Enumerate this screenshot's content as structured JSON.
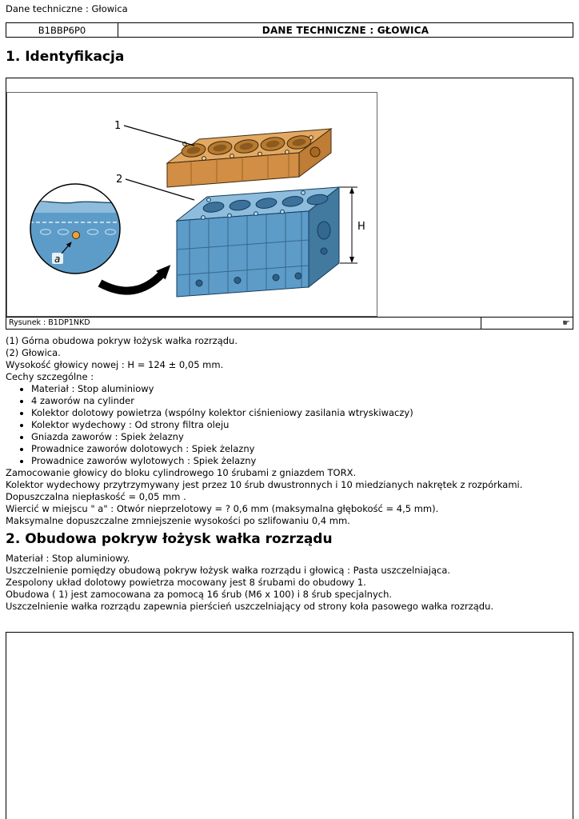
{
  "page": {
    "breadcrumb": "Dane techniczne : Głowica"
  },
  "header": {
    "code": "B1BBP6P0",
    "title": "DANE TECHNICZNE : GŁOWICA"
  },
  "section1": {
    "heading": "1. Identyfikacja",
    "figure": {
      "caption": "Rysunek : B1DP1NKD",
      "icon_glyph": "☛",
      "labels": {
        "part1": "1",
        "part2": "2",
        "height": "H",
        "detail": "a"
      },
      "colors": {
        "cam_housing": "#D99A57",
        "cylinder_head": "#5D9BC6"
      }
    },
    "lines": [
      "(1) Górna obudowa pokryw łożysk wałka rozrządu.",
      "(2) Głowica.",
      "Wysokość głowicy nowej : H = 124 ± 0,05 mm.",
      "Cechy szczególne :"
    ],
    "bullets": [
      "Materiał : Stop aluminiowy",
      "4 zaworów na cylinder",
      "Kolektor dolotowy powietrza (wspólny kolektor ciśnieniowy zasilania wtryskiwaczy)",
      "Kolektor wydechowy : Od strony filtra oleju",
      "Gniazda zaworów : Spiek żelazny",
      "Prowadnice zaworów dolotowych : Spiek żelazny",
      "Prowadnice zaworów wylotowych : Spiek żelazny"
    ],
    "paragraphs": [
      "Zamocowanie głowicy do bloku cylindrowego 10 śrubami z gniazdem TORX.",
      "Kolektor wydechowy przytrzymywany jest przez 10 śrub dwustronnych i 10 miedzianych nakrętek z rozpórkami.",
      "Dopuszczalna niepłaskość = 0,05 mm .",
      "Wiercić w miejscu \" a\" : Otwór nieprzelotowy = ? 0,6 mm (maksymalna głębokość = 4,5 mm).",
      "Maksymalne dopuszczalne zmniejszenie wysokości po szlifowaniu 0,4 mm."
    ]
  },
  "section2": {
    "heading": "2. Obudowa pokryw łożysk wałka rozrządu",
    "paragraphs": [
      "Materiał : Stop aluminiowy.",
      "Uszczelnienie pomiędzy obudową pokryw łożysk wałka rozrządu i głowicą : Pasta uszczelniająca.",
      "Zespolony układ dolotowy powietrza mocowany jest 8 śrubami do obudowy 1.",
      "Obudowa ( 1) jest zamocowana za pomocą 16 śrub (M6 x 100) i 8 śrub specjalnych.",
      "Uszczelnienie wałka rozrządu zapewnia pierścień uszczelniający od strony koła pasowego wałka rozrządu."
    ]
  }
}
